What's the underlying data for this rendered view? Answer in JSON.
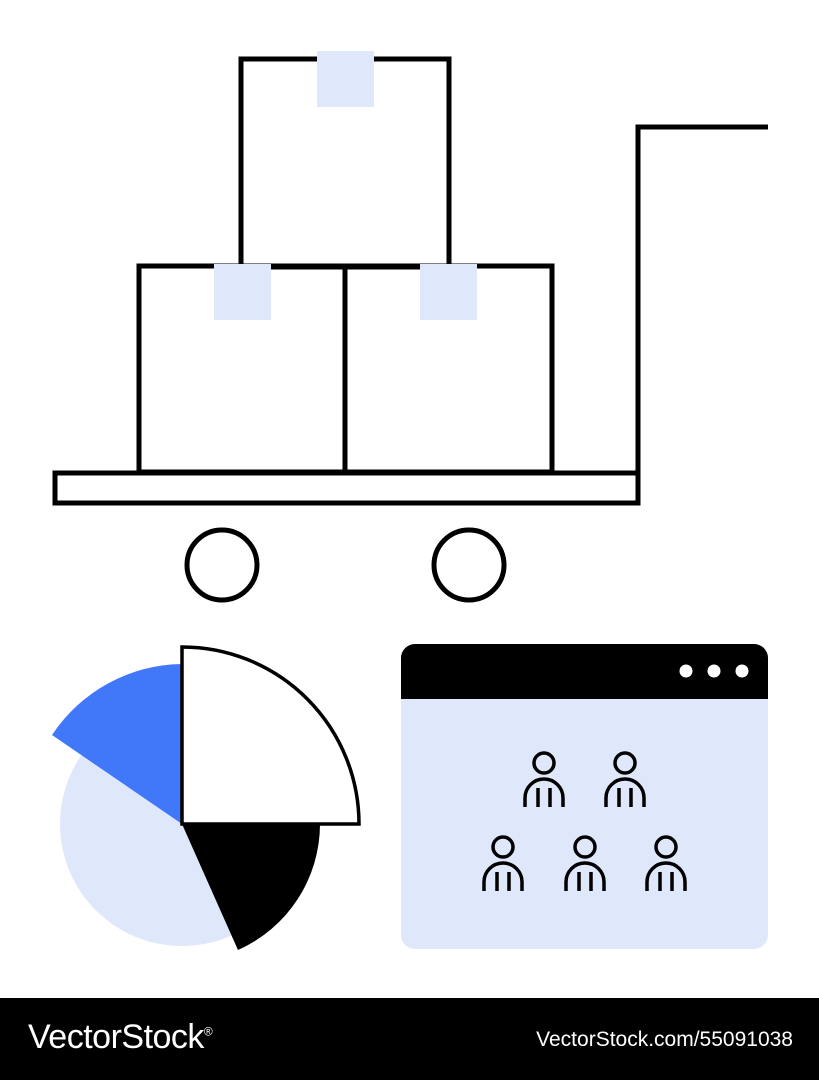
{
  "illustration": {
    "subject": "hand-truck-with-boxes-pie-chart-browser-team",
    "colors": {
      "outline": "#000000",
      "light_blue": "#dfe8fa",
      "accent_blue": "#4178fa",
      "background": "#ffffff"
    }
  },
  "browser_window": {
    "menu_dots": 3,
    "people_count": 5
  },
  "footer": {
    "brand": "VectorStock",
    "brand_mark": "®",
    "stock_id": "VectorStock.com/55091038"
  }
}
